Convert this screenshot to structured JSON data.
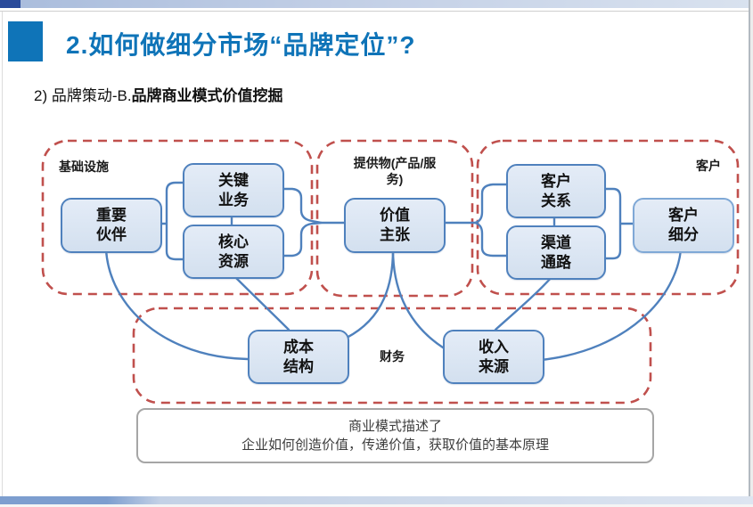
{
  "header": {
    "title": "2.如何做细分市场“品牌定位”?"
  },
  "subtitle": {
    "prefix": "2)  品牌策动-B.",
    "emphasis": "品牌商业模式价值挖掘"
  },
  "diagram": {
    "groups": {
      "infrastructure": {
        "label": "基础设施"
      },
      "offering": {
        "label": "提供物(产品/服\n务)"
      },
      "customer": {
        "label": "客户"
      },
      "finance": {
        "label": "财务"
      }
    },
    "nodes": {
      "key_partners": {
        "label": "重要\n伙伴"
      },
      "key_activities": {
        "label": "关键\n业务"
      },
      "core_resources": {
        "label": "核心\n资源"
      },
      "value_proposition": {
        "label": "价值\n主张"
      },
      "customer_relations": {
        "label": "客户\n关系"
      },
      "channels": {
        "label": "渠道\n通路"
      },
      "customer_segments": {
        "label": "客户\n细分"
      },
      "cost_structure": {
        "label": "成本\n结构"
      },
      "revenue_streams": {
        "label": "收入\n来源"
      }
    }
  },
  "note": {
    "line1": "商业模式描述了",
    "line2": "企业如何创造价值，传递价值，获取价值的基本原理"
  },
  "colors": {
    "accent_blue": "#0f74b8",
    "box_border": "#4f81bd",
    "line_blue": "#4f81bd",
    "dashed_red": "#c0504d"
  }
}
